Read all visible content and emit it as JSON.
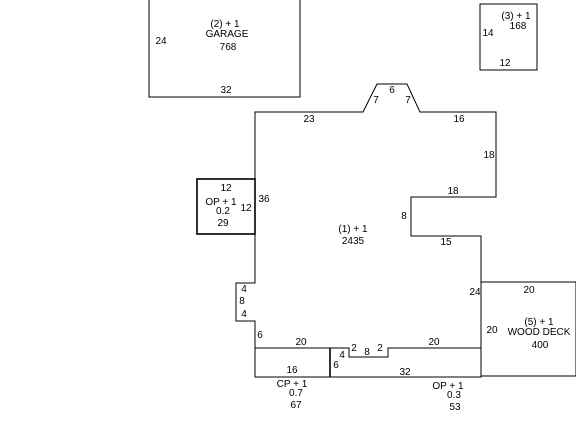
{
  "colors": {
    "line": "#000000",
    "background": "#ffffff"
  },
  "garage": {
    "code": "(2) + 1",
    "name": "GARAGE",
    "area": "768",
    "dim_left": "24",
    "dim_bottom": "32"
  },
  "unit3": {
    "code": "(3) + 1",
    "area": "168",
    "dim_left": "14",
    "dim_bottom": "12"
  },
  "main": {
    "code": "(1) + 1",
    "area": "2435",
    "dims": {
      "bay_left": "7",
      "bay_top": "6",
      "bay_right": "7",
      "top_left": "23",
      "top_right": "16",
      "right_upper": "18",
      "step_top": "18",
      "step_side": "8",
      "step_bottom": "15",
      "left": "36",
      "right_lower": "24",
      "notch_top": "4",
      "notch_side": "8",
      "notch_bottom": "4",
      "left_lower": "6",
      "bottom_left": "20",
      "bottom_right": "20",
      "jog_a": "2",
      "jog_b": "8",
      "jog_c": "2",
      "jog_side": "4"
    }
  },
  "op_left": {
    "code": "OP + 1",
    "factor": "0.2",
    "area": "29",
    "dim_top": "12",
    "dim_right": "12"
  },
  "wood_deck": {
    "code": "(5) + 1",
    "name": "WOOD DECK",
    "area": "400",
    "dim_top": "20",
    "dim_left": "20"
  },
  "cp": {
    "code": "CP + 1",
    "factor": "0.7",
    "area": "67",
    "dim_top": "16",
    "dim_side": "6"
  },
  "op_bottom": {
    "code": "OP + 1",
    "factor": "0.3",
    "area": "53",
    "dim_top": "32"
  }
}
